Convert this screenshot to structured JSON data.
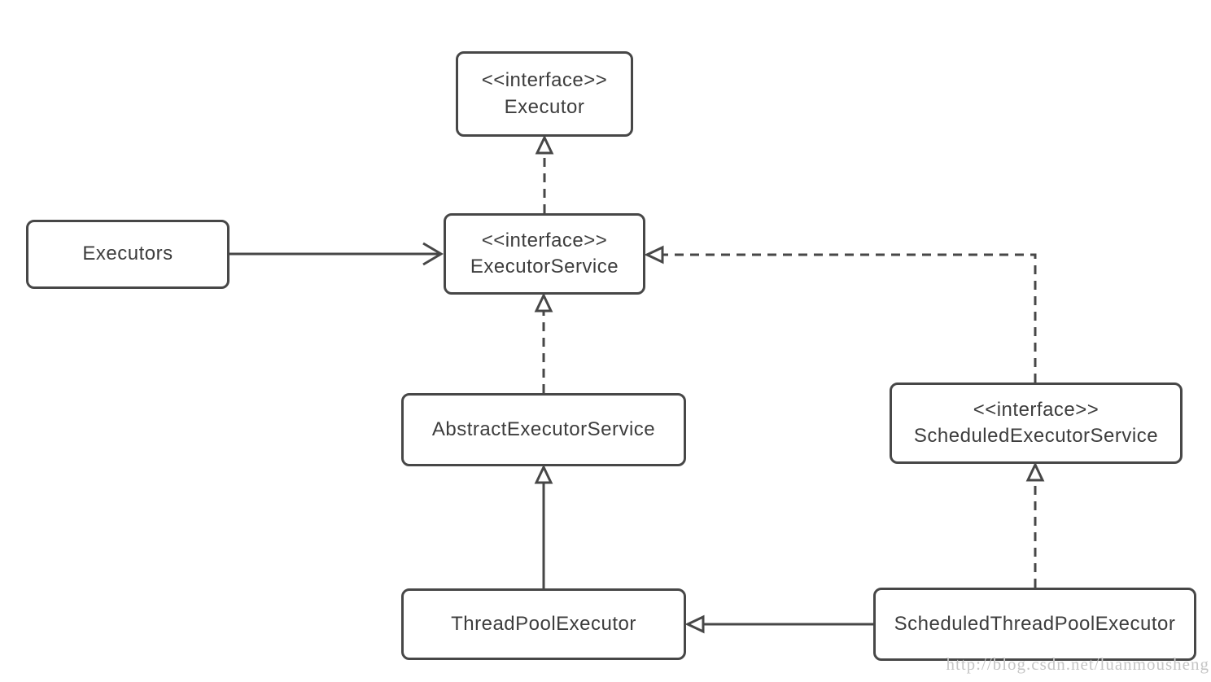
{
  "diagram": {
    "type": "uml-class-diagram",
    "nodes": {
      "executor": {
        "stereotype": "<<interface>>",
        "name": "Executor"
      },
      "executors": {
        "stereotype": "",
        "name": "Executors"
      },
      "executor_service": {
        "stereotype": "<<interface>>",
        "name": "ExecutorService"
      },
      "abstract_executor_service": {
        "stereotype": "",
        "name": "AbstractExecutorService"
      },
      "scheduled_executor_service": {
        "stereotype": "<<interface>>",
        "name": "ScheduledExecutorService"
      },
      "thread_pool_executor": {
        "stereotype": "",
        "name": "ThreadPoolExecutor"
      },
      "scheduled_thread_pool_executor": {
        "stereotype": "",
        "name": "ScheduledThreadPoolExecutor"
      }
    },
    "edges": [
      {
        "from": "ExecutorService",
        "to": "Executor",
        "line_style": "dashed",
        "arrowhead": "hollow-triangle"
      },
      {
        "from": "Executors",
        "to": "ExecutorService",
        "line_style": "solid",
        "arrowhead": "open"
      },
      {
        "from": "AbstractExecutorService",
        "to": "ExecutorService",
        "line_style": "dashed",
        "arrowhead": "hollow-triangle"
      },
      {
        "from": "ScheduledExecutorService",
        "to": "ExecutorService",
        "line_style": "dashed",
        "arrowhead": "hollow-triangle"
      },
      {
        "from": "ThreadPoolExecutor",
        "to": "AbstractExecutorService",
        "line_style": "solid",
        "arrowhead": "hollow-triangle"
      },
      {
        "from": "ScheduledThreadPoolExecutor",
        "to": "ThreadPoolExecutor",
        "line_style": "solid",
        "arrowhead": "hollow-triangle"
      },
      {
        "from": "ScheduledThreadPoolExecutor",
        "to": "ScheduledExecutorService",
        "line_style": "dashed",
        "arrowhead": "hollow-triangle"
      }
    ],
    "watermark": "http://blog.csdn.net/luanmousheng",
    "colors": {
      "border": "#474747",
      "line": "#474747",
      "text": "#3d3d3d",
      "background": "#ffffff",
      "watermark": "#c6c6c6"
    }
  }
}
